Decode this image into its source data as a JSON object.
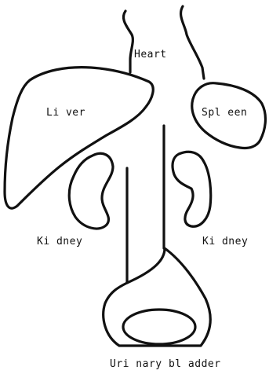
{
  "diagram": {
    "labels": {
      "heart": "Heart",
      "liver": "Li ver",
      "spleen": "Spl een",
      "kidney_left": "Ki dney",
      "kidney_right": "Ki dney",
      "bladder": "Uri nary bl adder"
    },
    "colors": {
      "stroke": "#111111",
      "background": "#ffffff"
    }
  }
}
